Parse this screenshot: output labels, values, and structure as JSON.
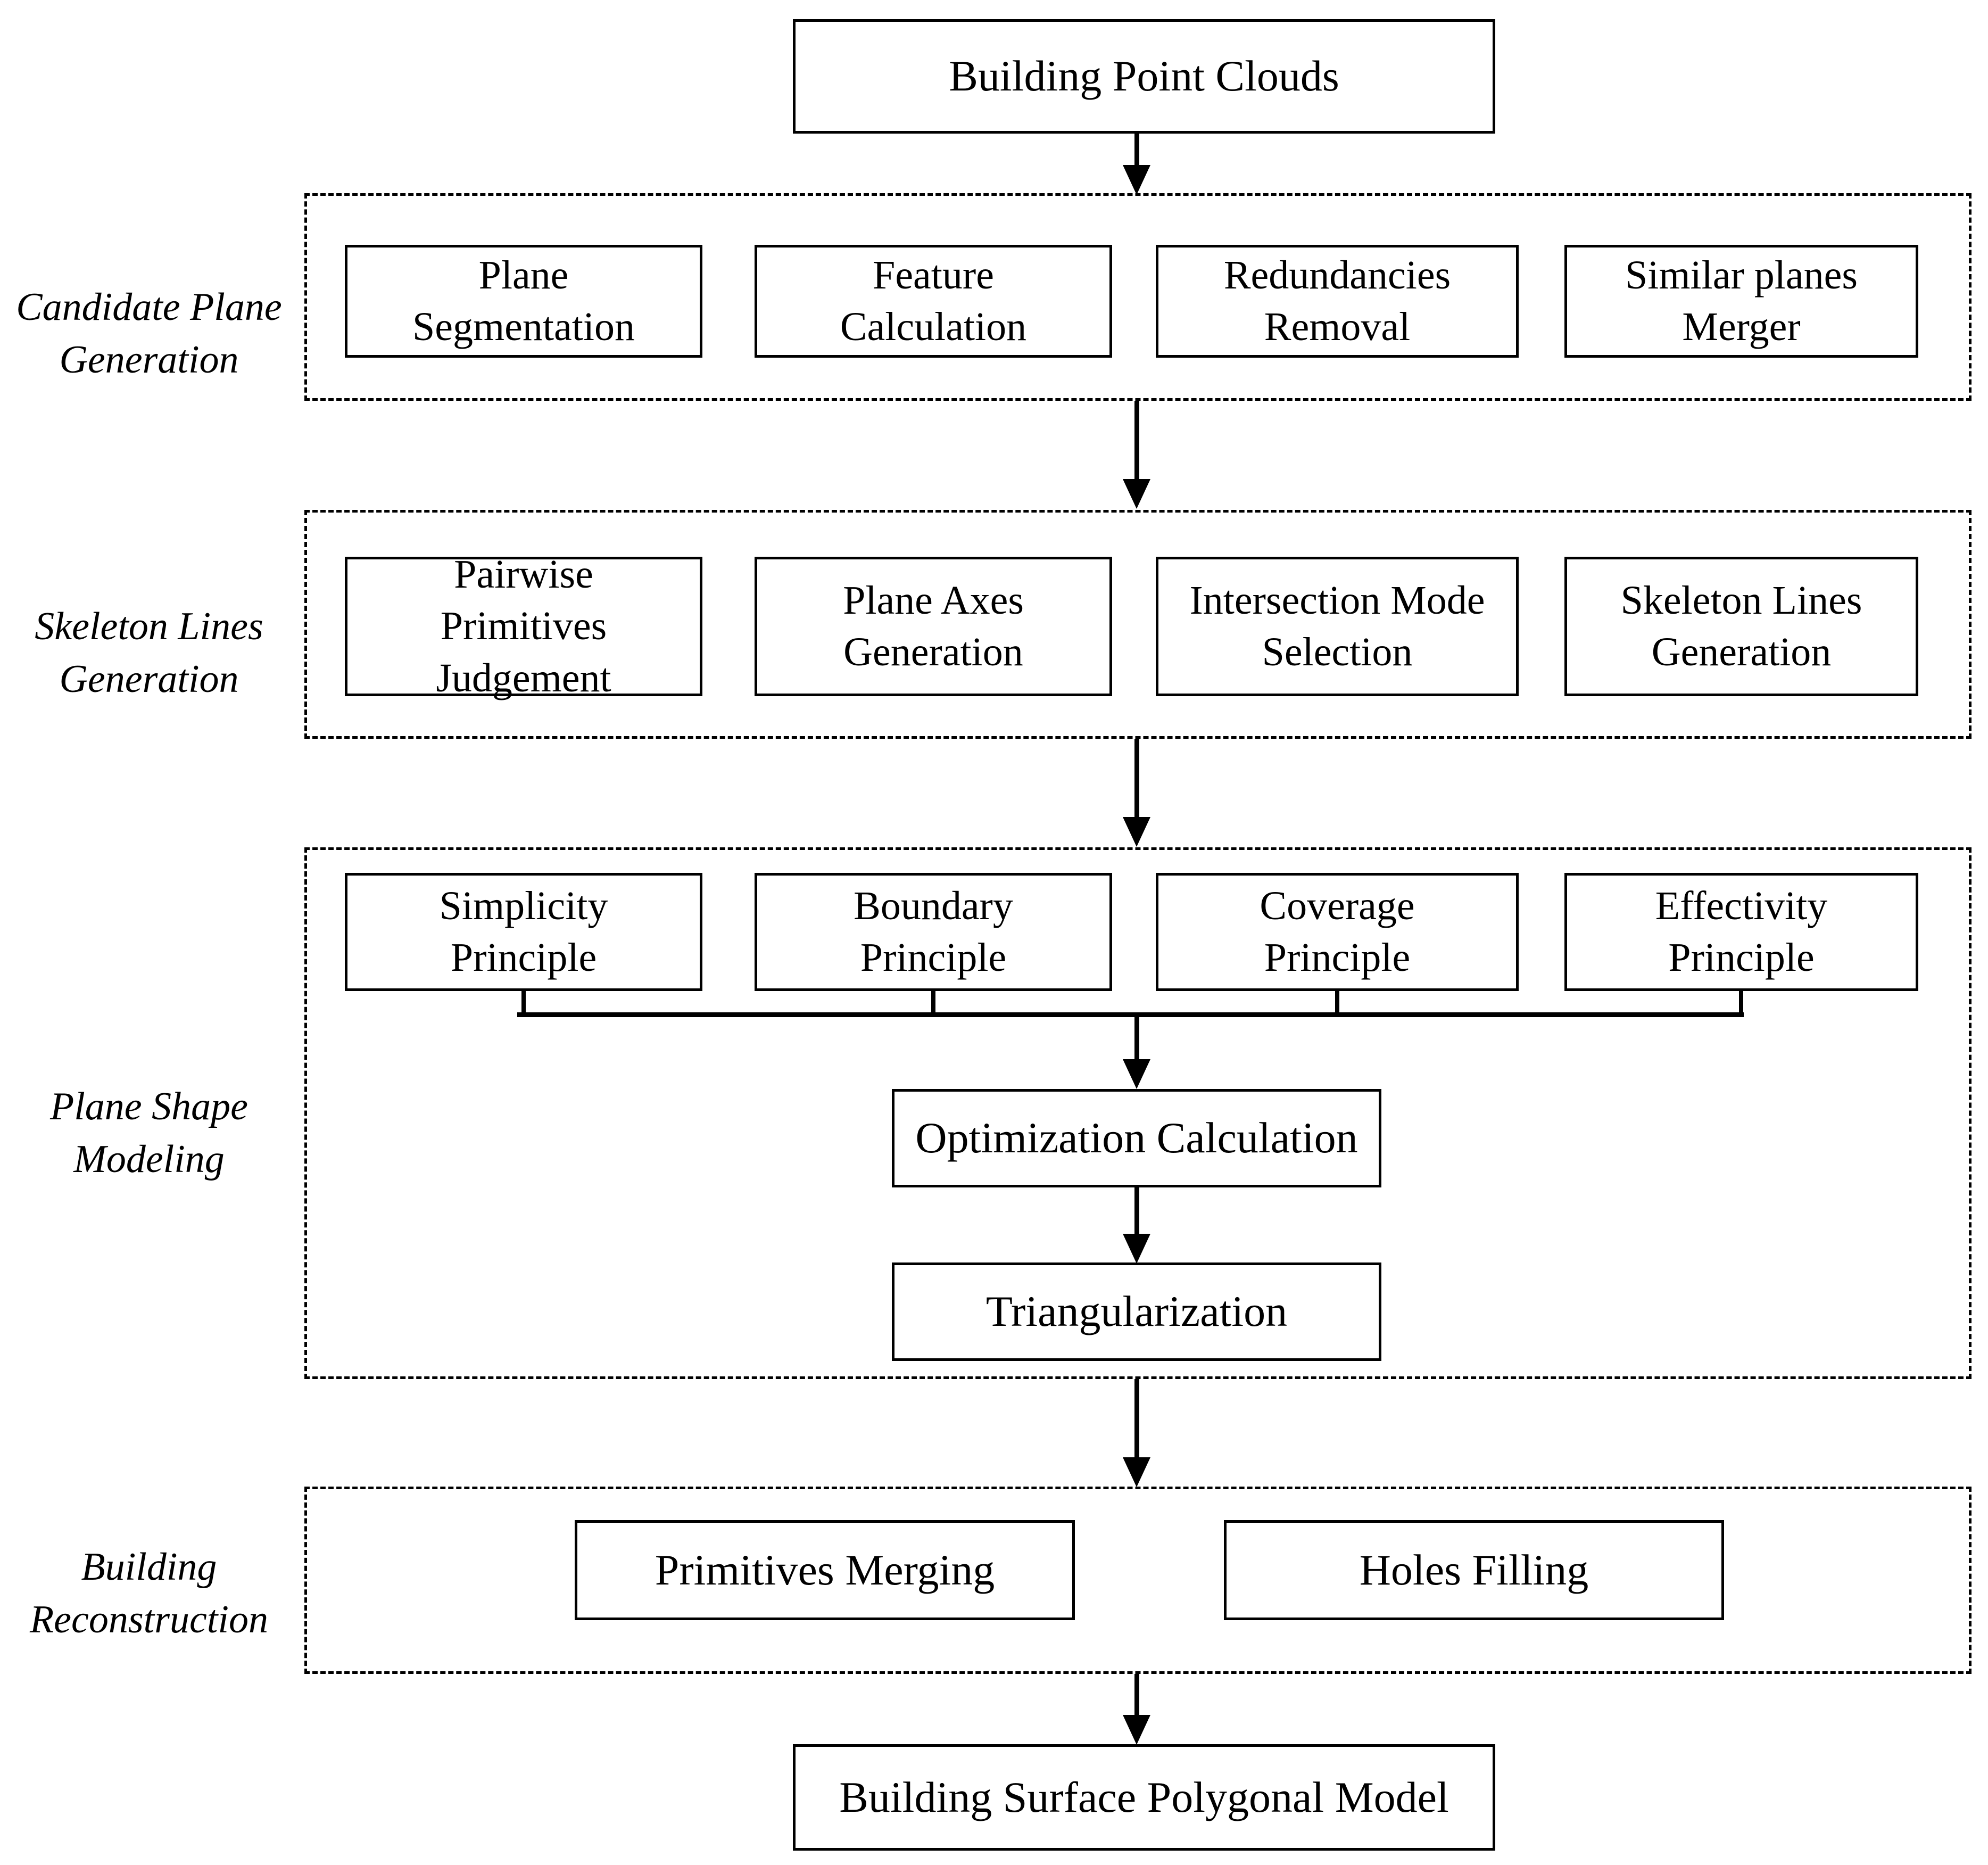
{
  "diagram": {
    "title": "Building Surface Polygonal Modeling Workflow",
    "accent_color": "#000000",
    "background_color": "#ffffff"
  },
  "input_node": {
    "label": "Building Point Clouds"
  },
  "output_node": {
    "label": "Building Surface Polygonal Model"
  },
  "stages": [
    {
      "id": "candidate-plane-generation",
      "label": "Candidate Plane\nGeneration",
      "nodes": [
        {
          "label": "Plane\nSegmentation"
        },
        {
          "label": "Feature\nCalculation"
        },
        {
          "label": "Redundancies\nRemoval"
        },
        {
          "label": "Similar planes\nMerger"
        }
      ]
    },
    {
      "id": "skeleton-lines-generation",
      "label": "Skeleton Lines\nGeneration",
      "nodes": [
        {
          "label": "Pairwise\nPrimitives\nJudgement"
        },
        {
          "label": "Plane Axes\nGeneration"
        },
        {
          "label": "Intersection Mode\nSelection"
        },
        {
          "label": "Skeleton Lines\nGeneration"
        }
      ]
    },
    {
      "id": "plane-shape-modeling",
      "label": "Plane Shape\nModeling",
      "nodes": [
        {
          "label": "Simplicity\nPrinciple"
        },
        {
          "label": "Boundary\nPrinciple"
        },
        {
          "label": "Coverage\nPrinciple"
        },
        {
          "label": "Effectivity\nPrinciple"
        }
      ],
      "sub_nodes": [
        {
          "label": "Optimization Calculation"
        },
        {
          "label": "Triangularization"
        }
      ]
    },
    {
      "id": "building-reconstruction",
      "label": "Building\nReconstruction",
      "nodes": [
        {
          "label": "Primitives Merging"
        },
        {
          "label": "Holes Filling"
        }
      ]
    }
  ]
}
